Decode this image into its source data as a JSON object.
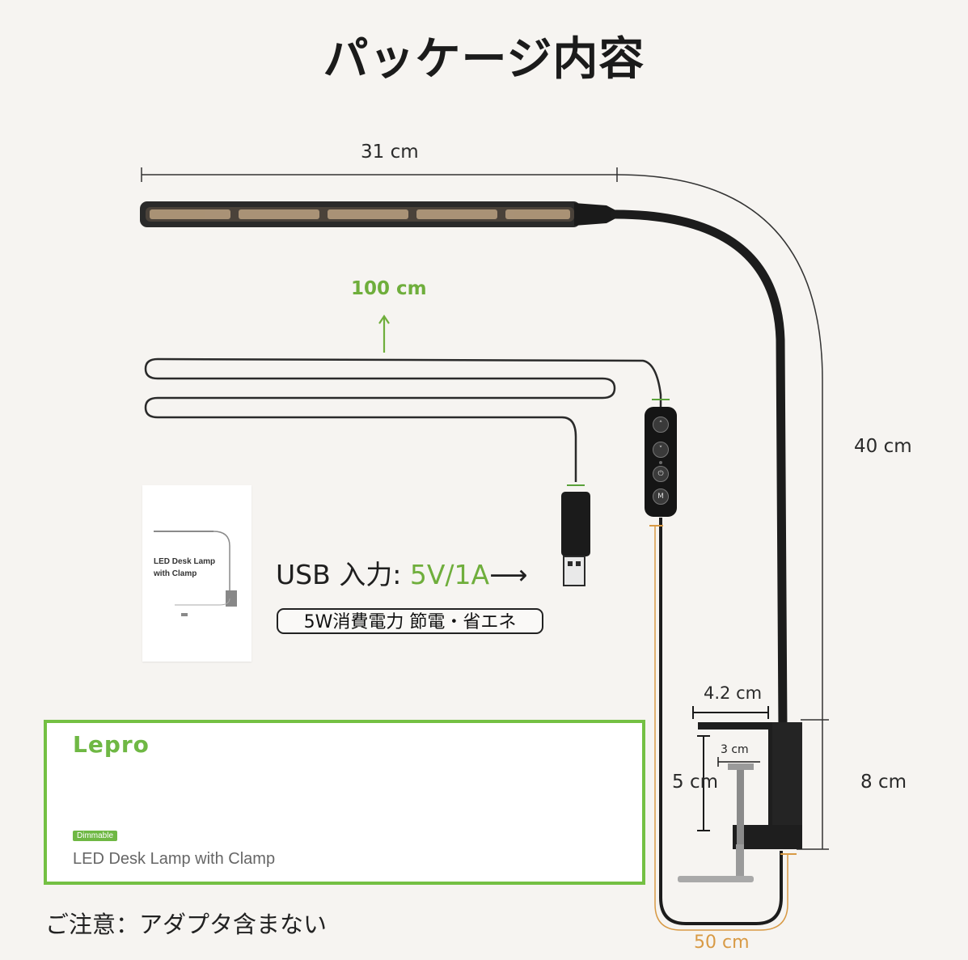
{
  "title": "パッケージ内容",
  "dimensions": {
    "width": "31 cm",
    "cable_length": "100 cm",
    "height": "40 cm",
    "clamp_width": "4.2 cm",
    "clamp_inner": "3 cm",
    "clamp_height": "5 cm",
    "base_height": "8 cm",
    "gooseneck_length": "50 cm"
  },
  "usb": {
    "label": "USB 入力:",
    "value": "5V/1A",
    "arrow": "⟶"
  },
  "power_badge": "5W消費電力 節電・省エネ",
  "manual": {
    "line1": "LED Desk Lamp",
    "line2": "with Clamp"
  },
  "box": {
    "brand": "Lepro",
    "tag": "Dimmable",
    "product_name": "LED Desk Lamp with Clamp"
  },
  "controller": {
    "buttons": [
      "up-icon",
      "down-icon",
      "power-icon",
      "mode-icon"
    ]
  },
  "note": "ご注意：アダプタ含まない",
  "colors": {
    "accent_green": "#6fae3c",
    "accent_orange": "#d89a45",
    "background": "#f6f4f1"
  }
}
